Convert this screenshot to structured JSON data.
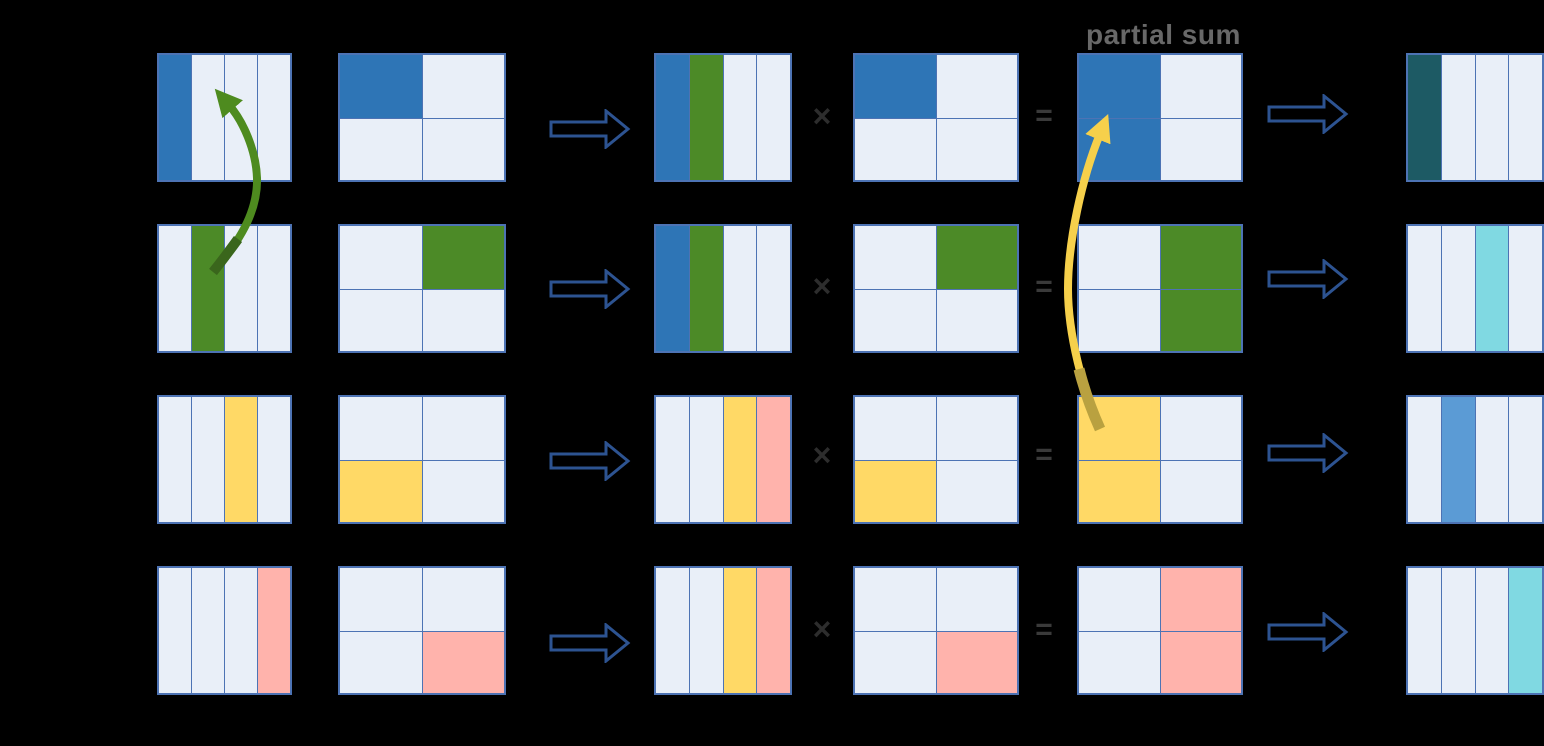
{
  "labels": {
    "partial_sum": "partial sum",
    "multiply": "×",
    "equals": "="
  },
  "palette": {
    "background": "#000000",
    "cell_light": "#e9eff8",
    "grid_border": "#4d73b4",
    "blue": "#2e75b6",
    "green": "#4c8a27",
    "yellow": "#ffd966",
    "pink": "#ffb3ac",
    "teal_dark": "#1d5a64",
    "cyan": "#80d9e2",
    "blue_medium": "#5b9bd5",
    "block_arrow_stroke": "#2d5391",
    "multiply_color": "#2d2d2d",
    "equals_color": "#3a3a3a",
    "label_color": "#686868",
    "green_arrow": "#4e8b1f",
    "green_arrow_tail": "#3a661c",
    "yellow_arrow": "#f6d04b",
    "yellow_arrow_tail": "#b9a140"
  },
  "rows": [
    {
      "vector_a": [
        "blue",
        "light",
        "light",
        "light"
      ],
      "matrix_b": [
        "blue",
        "light",
        "light",
        "light"
      ],
      "buffer_ab": [
        "blue",
        "green",
        "light",
        "light"
      ],
      "matrix_b2": [
        "blue",
        "light",
        "light",
        "light"
      ],
      "partial_sum": [
        "blue",
        "light",
        "blue",
        "light"
      ],
      "output": [
        "teal_dark",
        "light",
        "light",
        "light"
      ]
    },
    {
      "vector_a": [
        "light",
        "green",
        "light",
        "light"
      ],
      "matrix_b": [
        "light",
        "green",
        "light",
        "light"
      ],
      "buffer_ab": [
        "blue",
        "green",
        "light",
        "light"
      ],
      "matrix_b2": [
        "light",
        "green",
        "light",
        "light"
      ],
      "partial_sum": [
        "light",
        "green",
        "light",
        "green"
      ],
      "output": [
        "light",
        "light",
        "cyan",
        "light"
      ]
    },
    {
      "vector_a": [
        "light",
        "light",
        "yellow",
        "light"
      ],
      "matrix_b": [
        "light",
        "light",
        "yellow",
        "light"
      ],
      "buffer_ab": [
        "light",
        "light",
        "yellow",
        "pink"
      ],
      "matrix_b2": [
        "light",
        "light",
        "yellow",
        "light"
      ],
      "partial_sum": [
        "yellow",
        "light",
        "yellow",
        "light"
      ],
      "output": [
        "light",
        "blue_medium",
        "light",
        "light"
      ]
    },
    {
      "vector_a": [
        "light",
        "light",
        "light",
        "pink"
      ],
      "matrix_b": [
        "light",
        "light",
        "light",
        "pink"
      ],
      "buffer_ab": [
        "light",
        "light",
        "yellow",
        "pink"
      ],
      "matrix_b2": [
        "light",
        "light",
        "light",
        "pink"
      ],
      "partial_sum": [
        "light",
        "pink",
        "light",
        "pink"
      ],
      "output": [
        "light",
        "light",
        "light",
        "cyan"
      ]
    }
  ]
}
